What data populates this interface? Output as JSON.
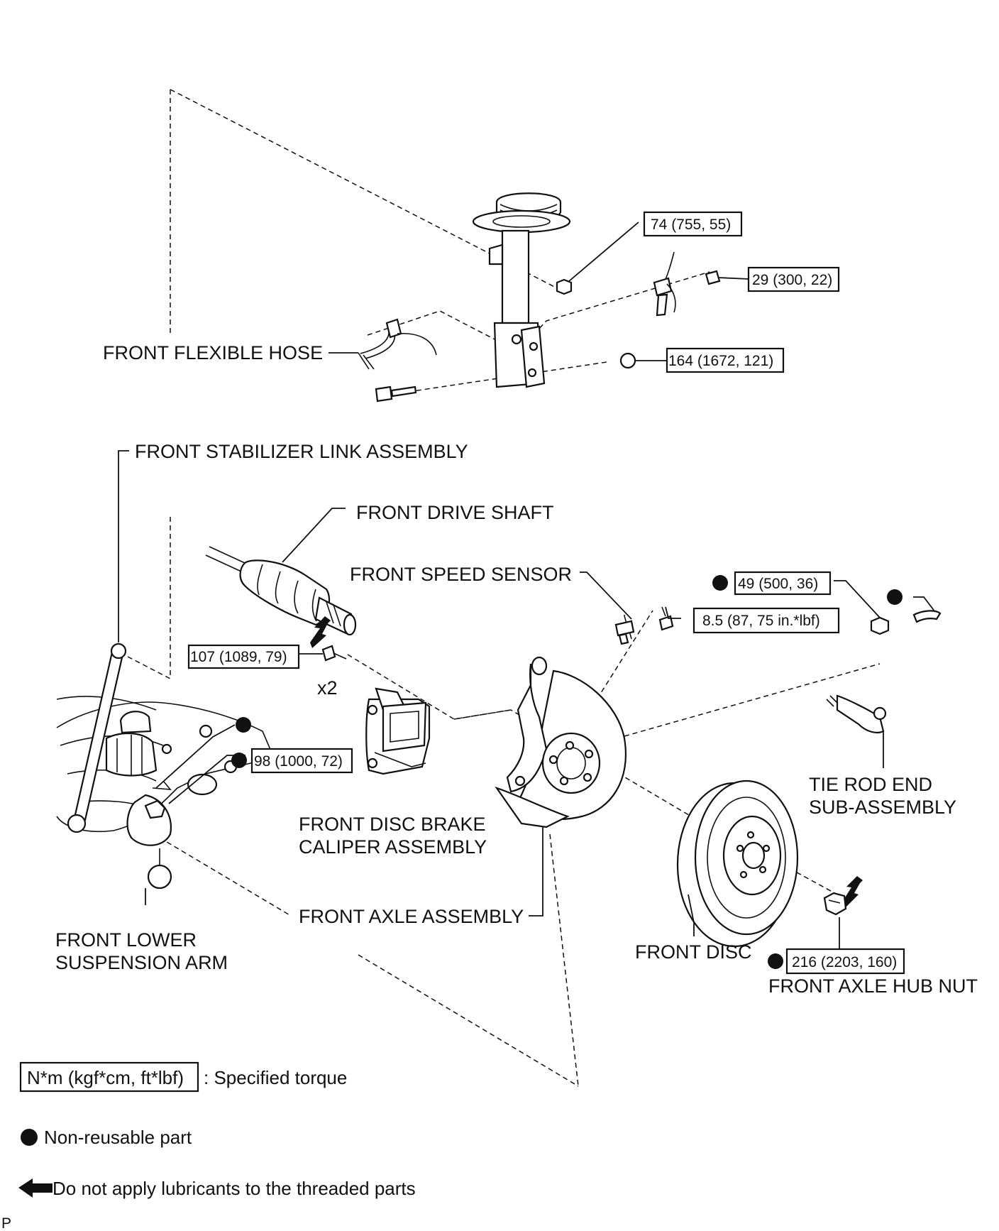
{
  "labels": {
    "flexible_hose": "FRONT FLEXIBLE HOSE",
    "stabilizer_link": "FRONT STABILIZER LINK ASSEMBLY",
    "drive_shaft": "FRONT DRIVE SHAFT",
    "speed_sensor": "FRONT SPEED SENSOR",
    "tie_rod_end_line1": "TIE ROD END",
    "tie_rod_end_line2": "SUB-ASSEMBLY",
    "caliper_line1": "FRONT DISC BRAKE",
    "caliper_line2": "CALIPER ASSEMBLY",
    "axle_assembly": "FRONT AXLE ASSEMBLY",
    "lower_arm_line1": "FRONT LOWER",
    "lower_arm_line2": "SUSPENSION ARM",
    "front_disc": "FRONT DISC",
    "hub_nut": "FRONT AXLE HUB NUT",
    "x2": "x2",
    "corner": "P"
  },
  "torques": {
    "strut_nut": "74 (755, 55)",
    "sensor_bracket_bolt": "29 (300, 22)",
    "strut_bolt": "164 (1672, 121)",
    "tie_rod_nut": "49 (500, 36)",
    "speed_sensor_bolt": "8.5 (87, 75 in.*lbf)",
    "caliper_bolt": "107 (1089, 79)",
    "lower_arm_nut": "98 (1000, 72)",
    "hub_nut": "216 (2203, 160)"
  },
  "legend": {
    "torque_box": "N*m (kgf*cm, ft*lbf)",
    "torque_desc": ": Specified torque",
    "nonreusable": "Non-reusable part",
    "no_lubricant": "Do not apply lubricants to the threaded parts"
  },
  "icons": [
    "non-reusable-dot-icon",
    "no-lubricant-arrow-icon"
  ]
}
